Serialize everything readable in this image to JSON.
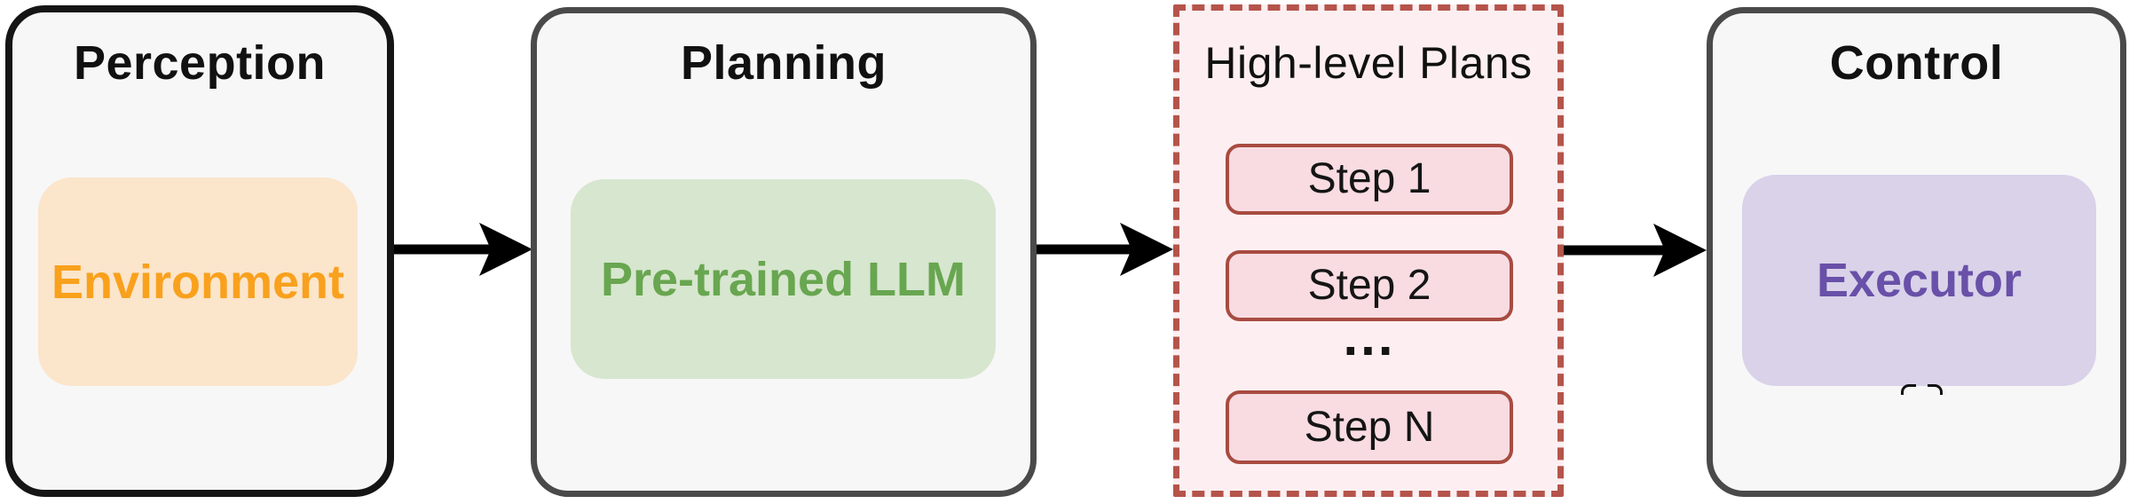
{
  "diagram": {
    "description": "Agent pipeline diagram with four modules connected by arrows",
    "flow_order": [
      "Perception",
      "Planning",
      "High-level Plans",
      "Control"
    ]
  },
  "modules": {
    "perception": {
      "title": "Perception",
      "label": "Environment",
      "label_color": "#f9a11d",
      "label_bg": "#fbe5cb",
      "border_color": "#151515",
      "bg": "#f7f7f7"
    },
    "planning": {
      "title": "Planning",
      "label": "Pre-trained LLM",
      "label_color": "#68a650",
      "label_bg": "#d7e6cf",
      "border_color": "#4a4a4a",
      "bg": "#f7f7f7"
    },
    "plans": {
      "title": "High-level Plans",
      "steps": [
        {
          "label": "Step 1"
        },
        {
          "label": "Step 2"
        },
        {
          "label": "Step N"
        }
      ],
      "ellipsis": "...",
      "border_color": "#b5544b",
      "border_style": "dashed",
      "bg": "#fdeff1",
      "step_bg": "#f8dce2",
      "step_border": "#a84b41",
      "step_text_color": "#151515"
    },
    "control": {
      "title": "Control",
      "label": "Executor",
      "label_color": "#6950a8",
      "label_bg": "#d9d2e9",
      "border_color": "#4a4a4a",
      "bg": "#f7f7f7"
    }
  },
  "arrows": {
    "count": 3,
    "color": "#000000",
    "direction": "right"
  }
}
